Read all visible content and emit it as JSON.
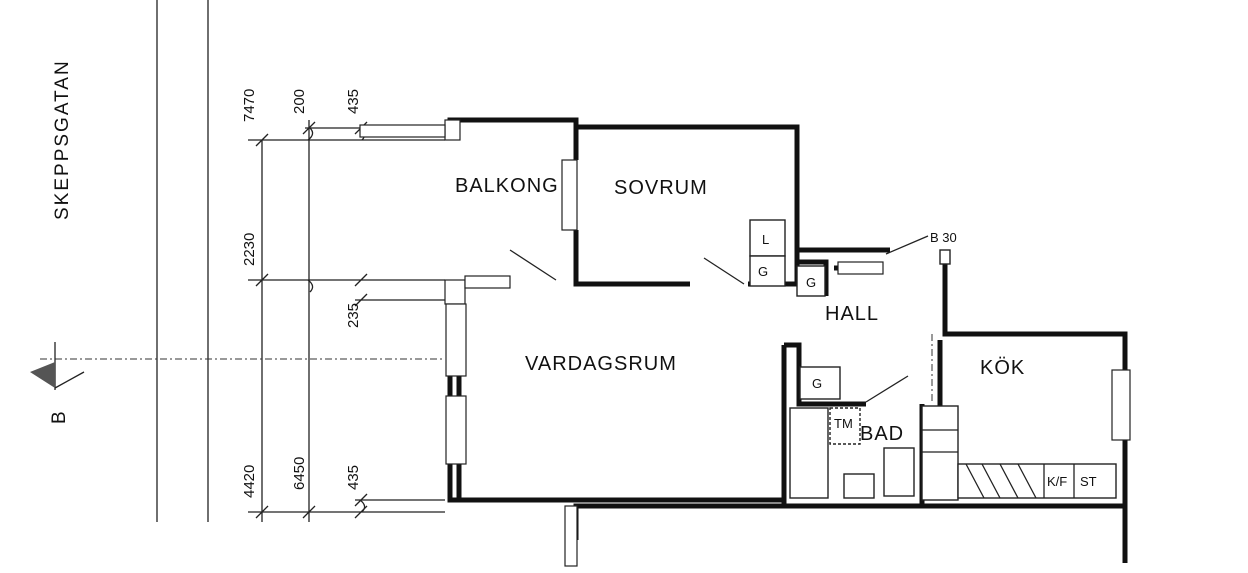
{
  "street": "SKEPPSGATAN",
  "section_marker": "B",
  "rooms": {
    "balkong": "BALKONG",
    "sovrum": "SOVRUM",
    "hall": "HALL",
    "vardagsrum": "VARDAGSRUM",
    "kok": "KÖK",
    "bad": "BAD"
  },
  "fixtures": {
    "l": "L",
    "g": "G",
    "tm": "TM",
    "kf": "K/F",
    "st": "ST",
    "b30": "B 30"
  },
  "dimensions": {
    "d7470": "7470",
    "d200": "200",
    "d435_top": "435",
    "d2230": "2230",
    "d235": "235",
    "d4420": "4420",
    "d6450": "6450",
    "d435_bottom": "435"
  }
}
